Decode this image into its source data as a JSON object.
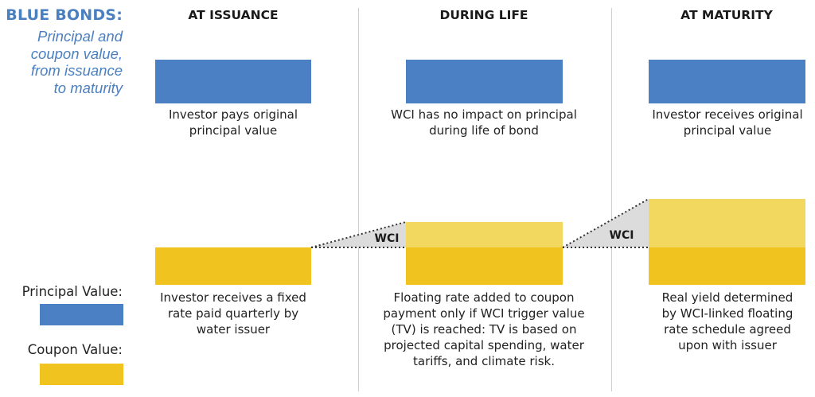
{
  "title": "BLUE BONDS:",
  "subtitle_lines": [
    "Principal and",
    "coupon value,",
    "from issuance",
    "to maturity"
  ],
  "columns": [
    {
      "heading": "AT ISSUANCE",
      "principal_text": [
        "Investor pays original",
        "principal value"
      ],
      "coupon_text": [
        "Investor receives a fixed",
        "rate paid quarterly by",
        "water issuer"
      ]
    },
    {
      "heading": "DURING LIFE",
      "principal_text": [
        "WCI has no impact on principal",
        "during life of bond"
      ],
      "coupon_text": [
        "Floating rate added to coupon",
        "payment only if WCI trigger value",
        "(TV) is reached:  TV is based on",
        "projected capital spending, water",
        "tariffs, and climate risk."
      ]
    },
    {
      "heading": "AT MATURITY",
      "principal_text": [
        "Investor receives original",
        "principal value"
      ],
      "coupon_text": [
        "Real yield determined",
        "by WCI-linked floating",
        "rate schedule agreed",
        "upon with issuer"
      ]
    }
  ],
  "wci_labels": [
    "WCI",
    "WCI"
  ],
  "legend": {
    "principal_label": "Principal Value:",
    "coupon_label": "Coupon Value:"
  },
  "colors": {
    "principal": "#4b80c4",
    "coupon": "#f0c31e",
    "coupon_floating": "#f2d85f",
    "title": "#4a7fc0"
  }
}
